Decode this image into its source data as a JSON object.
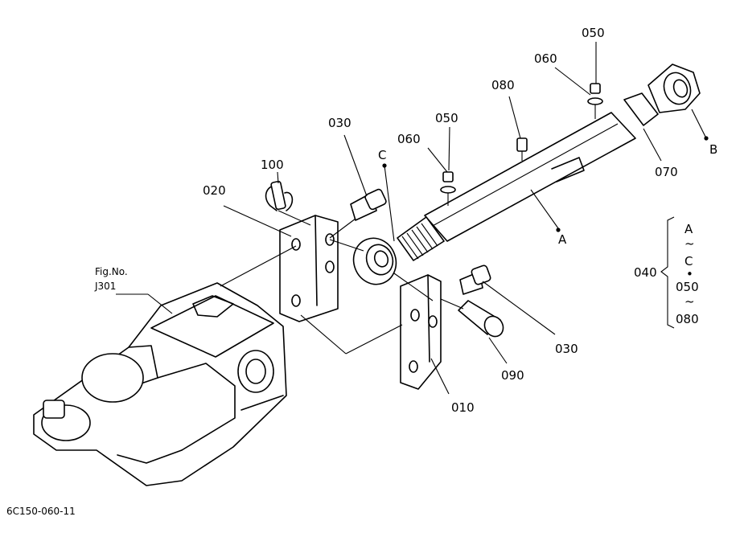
{
  "part_labels": {
    "p010": "010",
    "p020": "020",
    "p030_top": "030",
    "p030_right": "030",
    "p040": "040",
    "p050_top": "050",
    "p050_mid": "050",
    "p060_top": "060",
    "p060_mid": "060",
    "p070": "070",
    "p080": "080",
    "p090": "090",
    "p100": "100"
  },
  "point_labels": {
    "a": "A",
    "b": "B",
    "c": "C"
  },
  "range_note": {
    "from_letter": "A",
    "tilde_1": "~",
    "to_letter": "C",
    "dot": "•",
    "from_num": "050",
    "tilde_2": "~",
    "to_num": "080"
  },
  "figure_ref": {
    "line1": "Fig.No.",
    "line2": "J301"
  },
  "drawing_code": "6C150-060-11"
}
